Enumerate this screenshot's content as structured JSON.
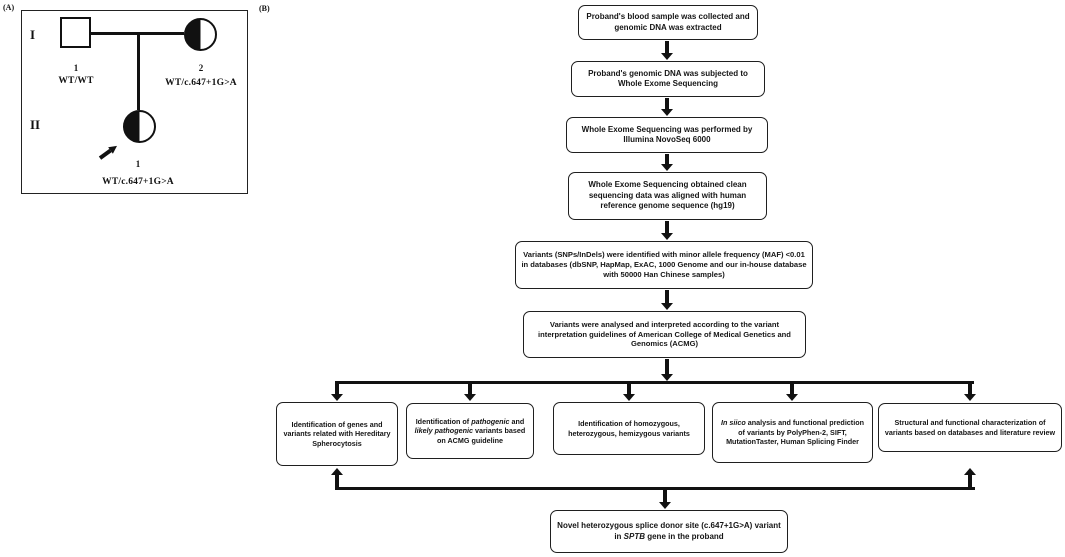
{
  "colors": {
    "ink": "#111111",
    "background": "#ffffff"
  },
  "pedigree": {
    "panel_label": "(A)",
    "generation_labels": {
      "first": "I",
      "second": "II"
    },
    "father": {
      "id": "1",
      "genotype": "WT/WT"
    },
    "mother": {
      "id": "2",
      "genotype": "WT/c.647+1G>A"
    },
    "proband": {
      "id": "1",
      "genotype": "WT/c.647+1G>A"
    }
  },
  "flowchart": {
    "panel_label": "(B)",
    "steps": [
      "Proband's blood sample was collected and genomic DNA was extracted",
      "Proband's genomic DNA was subjected to Whole Exome Sequencing",
      "Whole Exome Sequencing was performed by Illumina NovoSeq 6000",
      "Whole Exome Sequencing obtained clean sequencing data was aligned with human reference genome sequence (hg19)",
      "Variants (SNPs/InDels) were identified with minor allele frequency (MAF) <0.01 in databases (dbSNP, HapMap, ExAC, 1000 Genome and our in-house database with 50000 Han Chinese samples)",
      "Variants were analysed and interpreted according to the variant interpretation guidelines of American College of Medical Genetics and Genomics (ACMG)"
    ],
    "branches": [
      {
        "segments": [
          {
            "t": "Identification of genes and variants related with Hereditary Spherocytosis"
          }
        ]
      },
      {
        "segments": [
          {
            "t": "Identification of "
          },
          {
            "t": "pathogenic",
            "i": true
          },
          {
            "t": " and "
          },
          {
            "t": "likely pathogenic",
            "i": true
          },
          {
            "t": " variants based on ACMG guideline"
          }
        ]
      },
      {
        "segments": [
          {
            "t": "Identification of homozygous, heterozygous, hemizygous variants"
          }
        ]
      },
      {
        "segments": [
          {
            "t": "In siico",
            "i": true
          },
          {
            "t": " analysis and functional prediction of variants by PolyPhen-2, SIFT, MutationTaster, Human Splicing Finder"
          }
        ]
      },
      {
        "segments": [
          {
            "t": "Structural and functional characterization of variants based on databases and literature review"
          }
        ]
      }
    ],
    "conclusion": {
      "segments": [
        {
          "t": "Novel heterozygous splice donor site (c.647+1G>A) variant in "
        },
        {
          "t": "SPTB",
          "i": true
        },
        {
          "t": " gene in the proband"
        }
      ]
    }
  }
}
